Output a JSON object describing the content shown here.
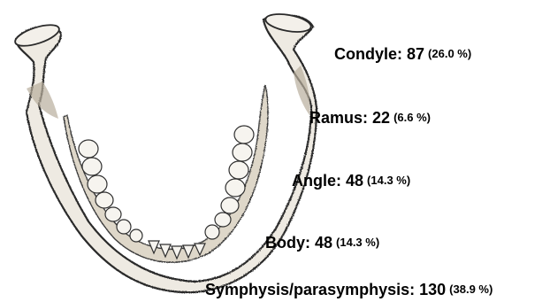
{
  "regions": [
    {
      "name": "Condyle",
      "count": "87",
      "percent": "(26.0 %)"
    },
    {
      "name": "Ramus",
      "count": "22",
      "percent": "(6.6 %)"
    },
    {
      "name": "Angle",
      "count": "48",
      "percent": "(14.3 %)"
    },
    {
      "name": "Body",
      "count": "48",
      "percent": "(14.3 %)"
    },
    {
      "name": "Symphysis/parasymphysis",
      "count": "130",
      "percent": "(38.9 %)"
    }
  ],
  "colors": {
    "bone_fill": "#eeeae2",
    "bone_shade": "#b8ae9c",
    "outline": "#2a2a2a",
    "text": "#000000"
  }
}
